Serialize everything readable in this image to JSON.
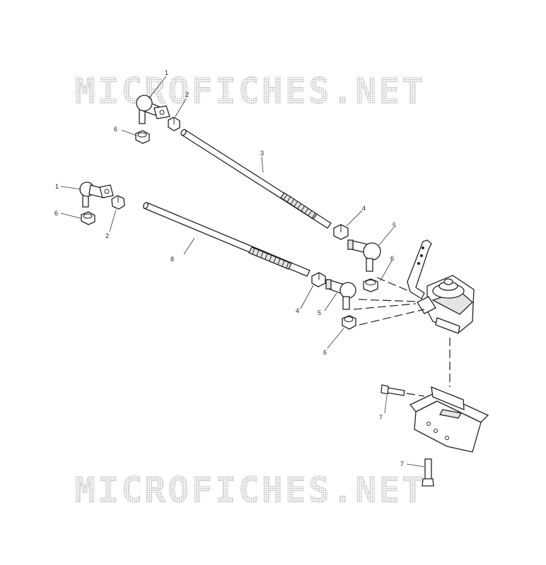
{
  "watermark": {
    "text": "MICROFICHES.NET",
    "color": "#c8c8c8"
  },
  "callouts": {
    "c1a": "1",
    "c1b": "1",
    "c2a": "2",
    "c2b": "2",
    "c3": "3",
    "c4a": "4",
    "c4b": "4",
    "c5a": "5",
    "c5b": "5",
    "c6a": "6",
    "c6b": "6",
    "c6c": "6",
    "c6d": "6",
    "c7a": "7",
    "c7b": "7",
    "c8": "8"
  }
}
